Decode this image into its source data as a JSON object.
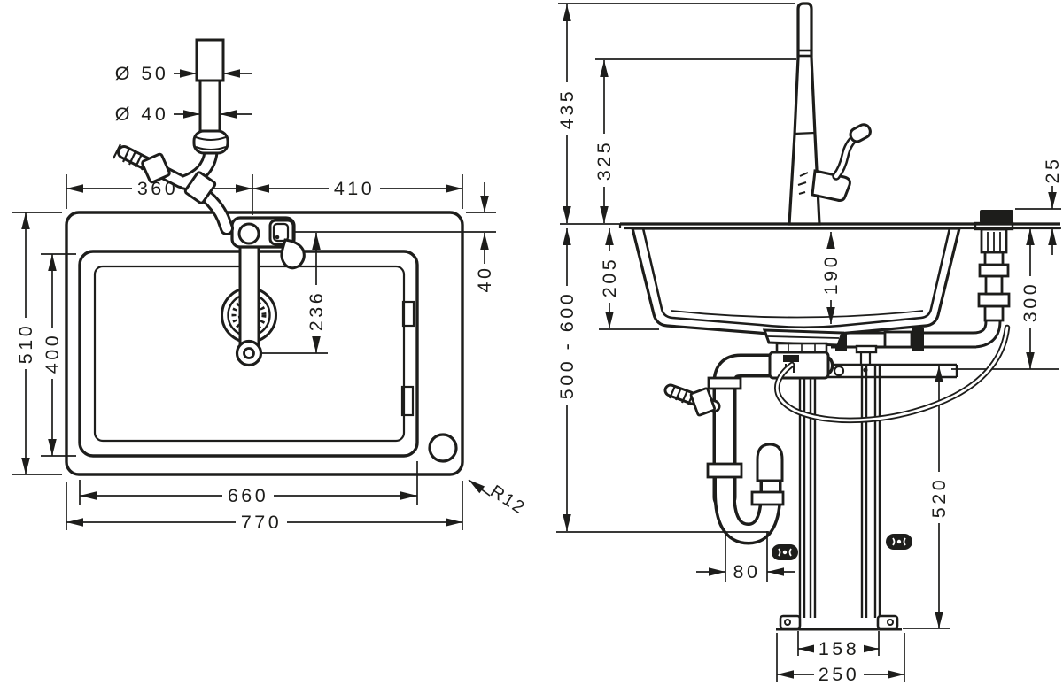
{
  "meta": {
    "ink_color": "#1d1d1b",
    "paper_color": "#ffffff",
    "drawing_type": "sink installation dimension drawing"
  },
  "top_view": {
    "label": "sink top view",
    "dims": {
      "drain_pipe_outer": "Ø 50",
      "drain_pipe_inner": "Ø 40",
      "edge_to_tap_axis_x": "360",
      "tap_axis_to_edge_x": "410",
      "outer_depth": "510",
      "bowl_inner_depth": "400",
      "edge_to_tap_axis_y": "40",
      "tap_axis_to_spout": "236",
      "bowl_inner_width": "660",
      "outer_width": "770",
      "corner_radius": "R12"
    }
  },
  "side_view": {
    "label": "sink side view",
    "dims": {
      "faucet_height": "435",
      "spout_height": "325",
      "control_above_top": "25",
      "bowl_depth_outer": "205",
      "bowl_depth_inner": "190",
      "mount_depth": "300",
      "waste_level_range": "500 - 600",
      "frame_height": "520",
      "trap_offset": "80",
      "frame_width": "158",
      "base_width": "250"
    }
  }
}
